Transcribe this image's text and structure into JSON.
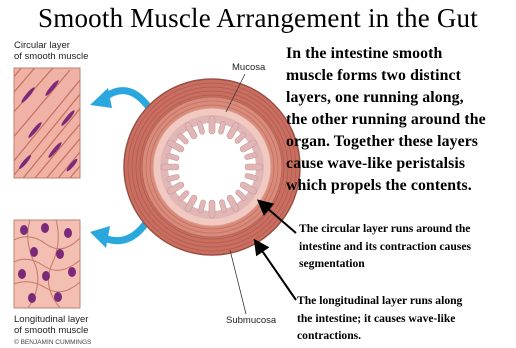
{
  "title": "Smooth Muscle Arrangement in the Gut",
  "labels": {
    "circular_layer_line1": "Circular layer",
    "circular_layer_line2": "of smooth muscle",
    "mucosa": "Mucosa",
    "longitudinal_layer_line1": "Longitudinal layer",
    "longitudinal_layer_line2": "of smooth muscle",
    "submucosa": "Submucosa",
    "credit": "© BENJAMIN CUMMINGS"
  },
  "description": {
    "line1": "In the intestine smooth",
    "line2": "muscle forms two distinct",
    "line3": "layers, one running along,",
    "line4": "the other running around the",
    "line5": "organ. Together these layers",
    "line6": "cause wave-like peristalsis",
    "line7": "which propels the contents."
  },
  "captions": {
    "circular_line1": "The circular layer runs around the",
    "circular_line2": "intestine and its contraction causes",
    "circular_line3": "segmentation",
    "longitudinal_line1": "The longitudinal layer runs along",
    "longitudinal_line2": "the intestine; it causes wave-like",
    "longitudinal_line3": "contractions."
  },
  "colors": {
    "muscle_outer": "#c96e60",
    "muscle_inner": "#d98a7a",
    "submucosa": "#f2c9c0",
    "mucosa": "#e0b7b6",
    "lumen": "#ffffff",
    "arrow_blue": "#2aa7dd",
    "nucleus": "#7b2a7a"
  }
}
